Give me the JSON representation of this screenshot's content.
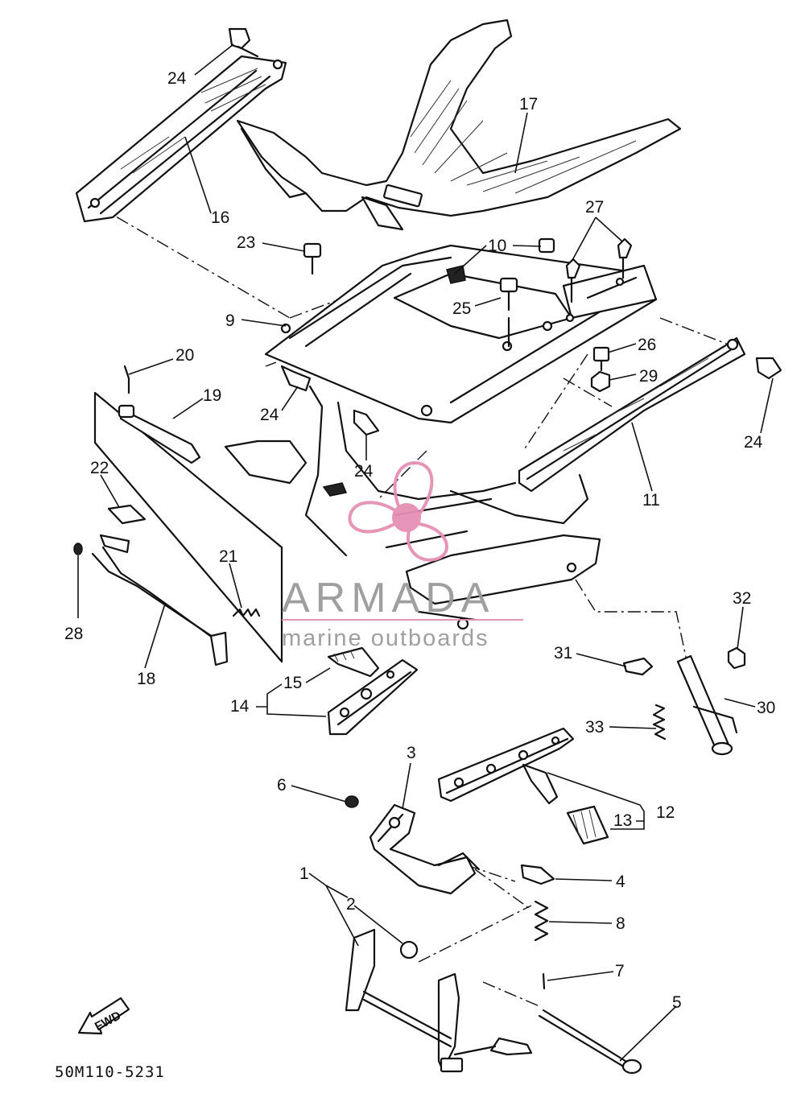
{
  "callouts": [
    {
      "id": "c1",
      "text": "1"
    },
    {
      "id": "c2",
      "text": "2"
    },
    {
      "id": "c3",
      "text": "3"
    },
    {
      "id": "c4",
      "text": "4"
    },
    {
      "id": "c5",
      "text": "5"
    },
    {
      "id": "c6",
      "text": "6"
    },
    {
      "id": "c7",
      "text": "7"
    },
    {
      "id": "c8",
      "text": "8"
    },
    {
      "id": "c9",
      "text": "9"
    },
    {
      "id": "c10",
      "text": "10"
    },
    {
      "id": "c11",
      "text": "11"
    },
    {
      "id": "c12",
      "text": "12"
    },
    {
      "id": "c13",
      "text": "13"
    },
    {
      "id": "c14",
      "text": "14"
    },
    {
      "id": "c15",
      "text": "15"
    },
    {
      "id": "c16",
      "text": "16"
    },
    {
      "id": "c17",
      "text": "17"
    },
    {
      "id": "c18",
      "text": "18"
    },
    {
      "id": "c19",
      "text": "19"
    },
    {
      "id": "c20",
      "text": "20"
    },
    {
      "id": "c21",
      "text": "21"
    },
    {
      "id": "c22",
      "text": "22"
    },
    {
      "id": "c23",
      "text": "23"
    },
    {
      "id": "c24a",
      "text": "24"
    },
    {
      "id": "c24b",
      "text": "24"
    },
    {
      "id": "c24c",
      "text": "24"
    },
    {
      "id": "c24d",
      "text": "24"
    },
    {
      "id": "c25",
      "text": "25"
    },
    {
      "id": "c26",
      "text": "26"
    },
    {
      "id": "c27",
      "text": "27"
    },
    {
      "id": "c28",
      "text": "28"
    },
    {
      "id": "c29",
      "text": "29"
    },
    {
      "id": "c30",
      "text": "30"
    },
    {
      "id": "c31",
      "text": "31"
    },
    {
      "id": "c32",
      "text": "32"
    },
    {
      "id": "c33",
      "text": "33"
    }
  ],
  "direction_arrow": {
    "text": "FWD"
  },
  "diagram_code": "50M110-5231",
  "watermark": {
    "brand": "ARMADA",
    "tagline": "marine outboards",
    "color": "#e58fb4",
    "text_color": "#9a9a9a"
  },
  "colors": {
    "ink": "#111111",
    "paper": "#ffffff"
  }
}
